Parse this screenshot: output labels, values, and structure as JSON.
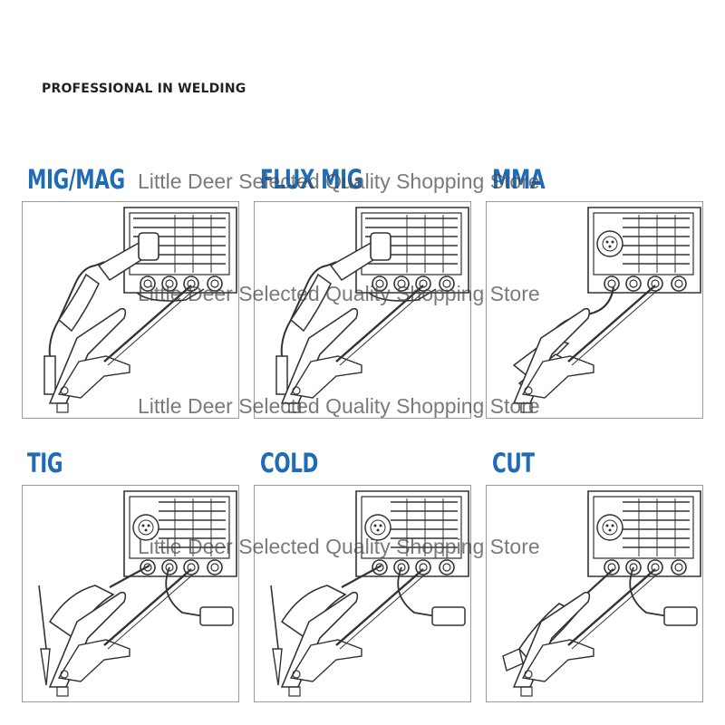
{
  "header": {
    "title": "PROFESSIONAL IN WELDING"
  },
  "modes": [
    {
      "label": "MIG/MAG"
    },
    {
      "label": "FLUX MIG"
    },
    {
      "label": "MMA"
    },
    {
      "label": "TIG"
    },
    {
      "label": "COLD"
    },
    {
      "label": "CUT"
    }
  ],
  "watermark": {
    "text": "Little Deer Selected Quality Shopping Store"
  },
  "colors": {
    "accent": "#1f6bb5",
    "line": "#333333"
  }
}
